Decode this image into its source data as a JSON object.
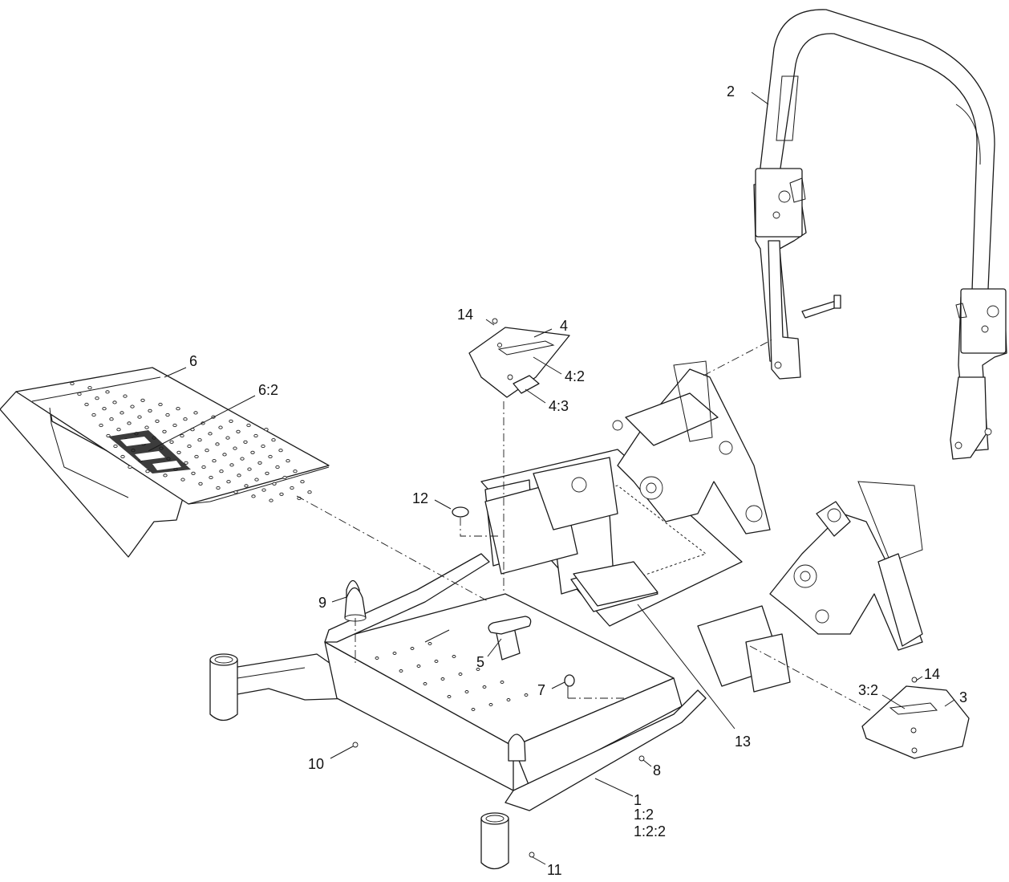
{
  "callouts": {
    "c1": "1",
    "c1_2": "1:2",
    "c1_2_2": "1:2:2",
    "c2": "2",
    "c3": "3",
    "c3_2": "3:2",
    "c4": "4",
    "c4_2": "4:2",
    "c4_3": "4:3",
    "c5": "5",
    "c6": "6",
    "c6_2": "6:2",
    "c7": "7",
    "c8": "8",
    "c9": "9",
    "c10": "10",
    "c11": "11",
    "c12": "12",
    "c13": "13",
    "c14_top": "14",
    "c14_right": "14"
  }
}
